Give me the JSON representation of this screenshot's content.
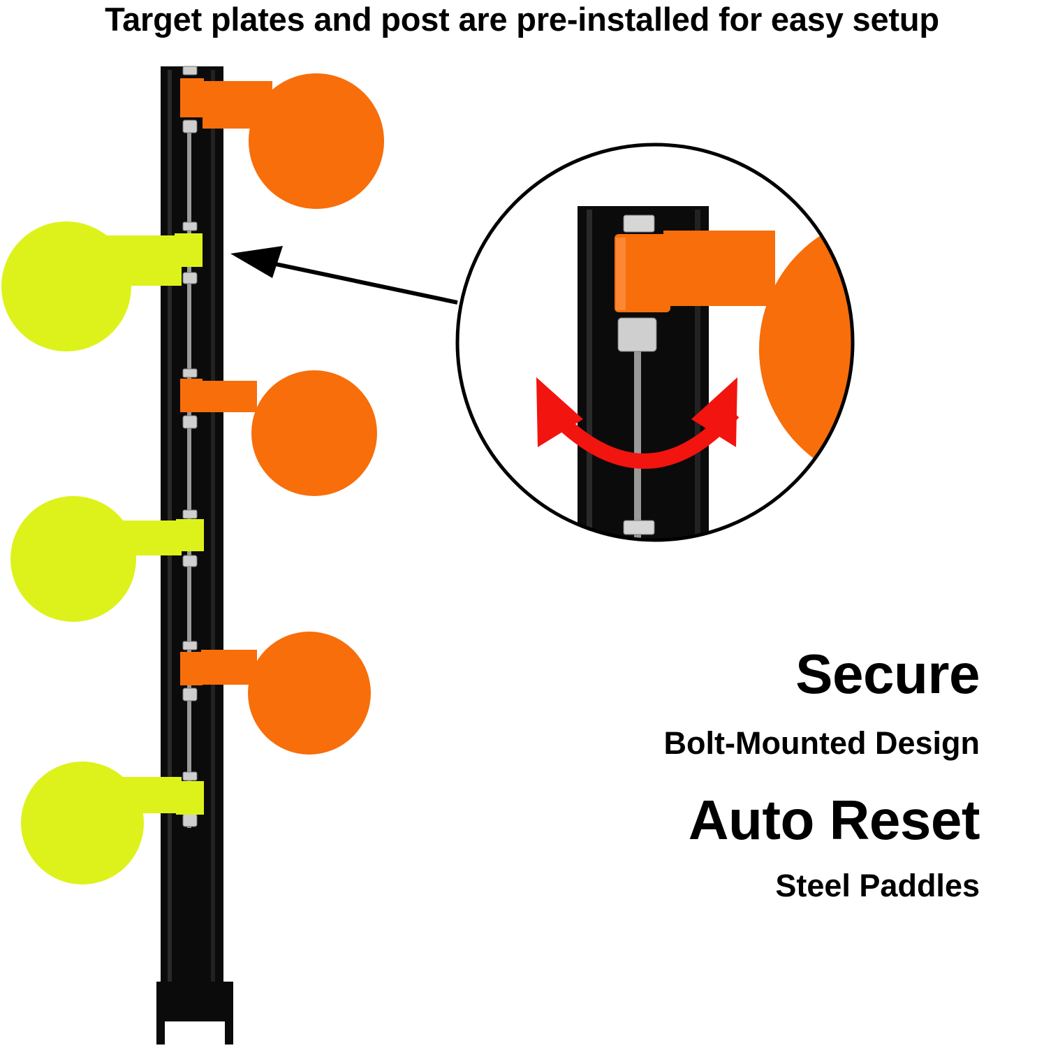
{
  "headline": "Target plates and post are pre-installed for easy setup",
  "features": {
    "line1": "Secure",
    "line2": "Bolt-Mounted Design",
    "line3": "Auto Reset",
    "line4": "Steel Paddles"
  },
  "colors": {
    "orange_plate": "#F76E0A",
    "yellow_plate": "#DDF21A",
    "post": "#0B0B0B",
    "arrow": "#000000",
    "rotation_arrow": "#F2140E",
    "text": "#000000"
  }
}
